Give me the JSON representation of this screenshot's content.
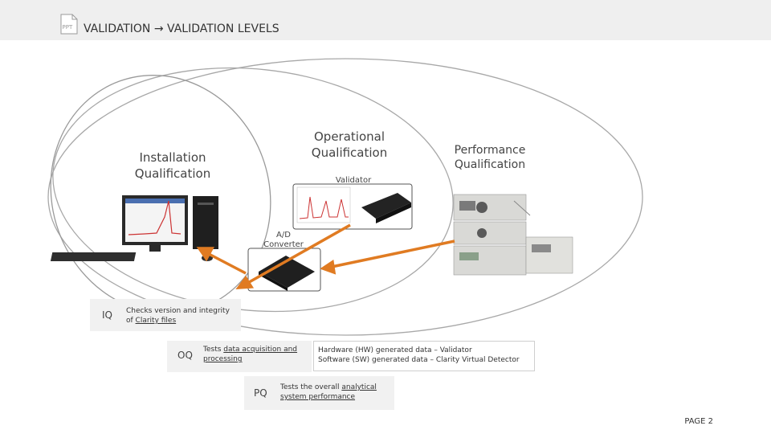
{
  "header": {
    "breadcrumb": "VALIDATION → VALIDATION LEVELS",
    "icon": "ppt-file-icon",
    "icon_text": "PPT"
  },
  "diagram": {
    "iq_label": "Installation Qualification",
    "oq_label": "Operational Qualification",
    "pq_label": "Performance Qualification",
    "validator_label": "Validator",
    "ad_label_line1": "A/D",
    "ad_label_line2": "Converter",
    "arrow_color": "#e07b22"
  },
  "legend": {
    "iq": {
      "abbr": "IQ",
      "line1": "Checks version and integrity",
      "line2_prefix": "of ",
      "line2_link": "Clarity files"
    },
    "oq": {
      "abbr": "OQ",
      "line1_prefix": "Tests ",
      "line1_link": "data acquisition  and",
      "line2_link": "processing"
    },
    "hw_sw": {
      "line1": "Hardware (HW) generated data – Validator",
      "line2": "Software (SW) generated data – Clarity Virtual Detector"
    },
    "pq": {
      "abbr": "PQ",
      "line1_prefix": "Tests the overall ",
      "line1_link": "analytical",
      "line2_link": "system performance"
    }
  },
  "footer": {
    "page": "PAGE 2"
  }
}
